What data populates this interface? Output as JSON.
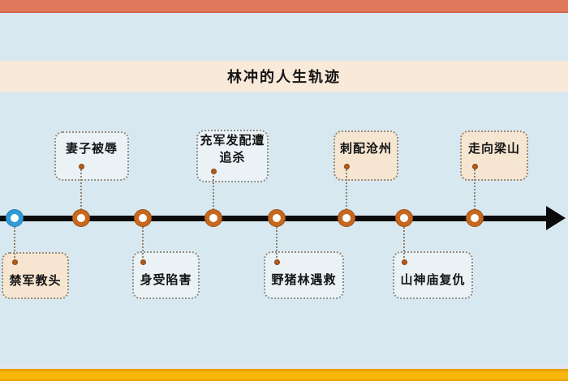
{
  "title": "林冲的人生轨迹",
  "timeline": {
    "direction": "left-to-right",
    "arrow": "right",
    "events": [
      {
        "label": "禁军教头",
        "position": "below",
        "node_color": "#2E9CD2",
        "box_fill": "#F6E6D1"
      },
      {
        "label": "妻子被辱",
        "position": "above",
        "node_color": "#C8681E",
        "box_fill": "#EAF2F6"
      },
      {
        "label": "身受陷害",
        "position": "below",
        "node_color": "#C8681E",
        "box_fill": "#EAF2F6"
      },
      {
        "label": "充军发配遭追杀",
        "position": "above",
        "node_color": "#C8681E",
        "box_fill": "#EAF2F6"
      },
      {
        "label": "野猪林遇救",
        "position": "below",
        "node_color": "#C8681E",
        "box_fill": "#EAF2F6"
      },
      {
        "label": "刺配沧州",
        "position": "above",
        "node_color": "#C8681E",
        "box_fill": "#F6E6D1"
      },
      {
        "label": "山神庙复仇",
        "position": "below",
        "node_color": "#C8681E",
        "box_fill": "#EAF2F6"
      },
      {
        "label": "走向梁山",
        "position": "above",
        "node_color": "#C8681E",
        "box_fill": "#F6E6D1"
      }
    ]
  },
  "colors": {
    "background": "#D8E8F0",
    "top_bar": "#E0795C",
    "title_band": "#F8E9D8",
    "bottom_bar_gold": "#F8B609",
    "timeline_line": "#0B0B0B",
    "node_orange": "#C8681E",
    "node_blue": "#2E9CD2",
    "box_peach": "#F6E6D1",
    "box_light": "#EAF2F6",
    "connector_dotted": "#8F8172",
    "anchor_dot": "#B35B1B"
  }
}
